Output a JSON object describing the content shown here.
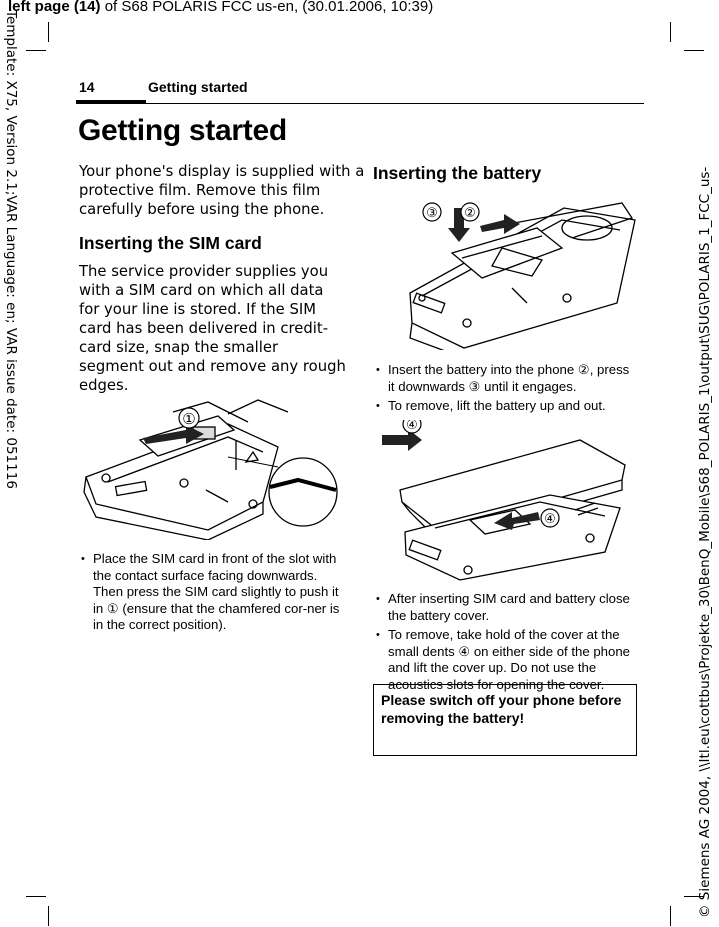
{
  "header": {
    "top_line_bold": "left page (14)",
    "top_line_rest": " of S68 POLARIS FCC us-en,  (30.01.2006, 10:39)",
    "left_margin": "Template: X75, Version 2.1;VAR Language: en; VAR issue date: 051116",
    "right_margin": "© Siemens AG 2004, \\\\Itl.eu\\cottbus\\Projekte_30\\BenQ_Mobile\\S68_POLARIS_1\\output\\SUG\\POLARIS_1_FCC_us-",
    "page_number": "14",
    "running_head": "Getting started"
  },
  "title": "Getting started",
  "intro": "Your phone's display is supplied with a protective film. Remove this film carefully before using the phone.",
  "sim": {
    "heading": "Inserting the SIM card",
    "text": "The service provider supplies you with a SIM card on which all data for your line is stored. If the SIM card has been delivered in credit-card size, snap the smaller segment out and remove any rough edges.",
    "figure_marker": "①",
    "bullets": [
      "Place the SIM card in front of the slot with the contact surface facing downwards. Then press the SIM card slightly to push it in ① (ensure that the chamfered cor-ner is in the correct position)."
    ]
  },
  "battery": {
    "heading": "Inserting the battery",
    "figure_markers": [
      "③",
      "②"
    ],
    "bullets": [
      "Insert the battery into the phone ②, press it downwards ③ until it engages.",
      "To remove, lift the battery up and out."
    ]
  },
  "cover": {
    "figure_markers": [
      "④",
      "④"
    ],
    "bullets": [
      "After inserting SIM card and battery close the battery cover.",
      "To remove, take hold of the cover at the small dents ④ on either side of the phone and lift the cover up. Do not use the acoustics slots for opening the cover."
    ]
  },
  "note": "Please switch off your phone before removing the battery!"
}
